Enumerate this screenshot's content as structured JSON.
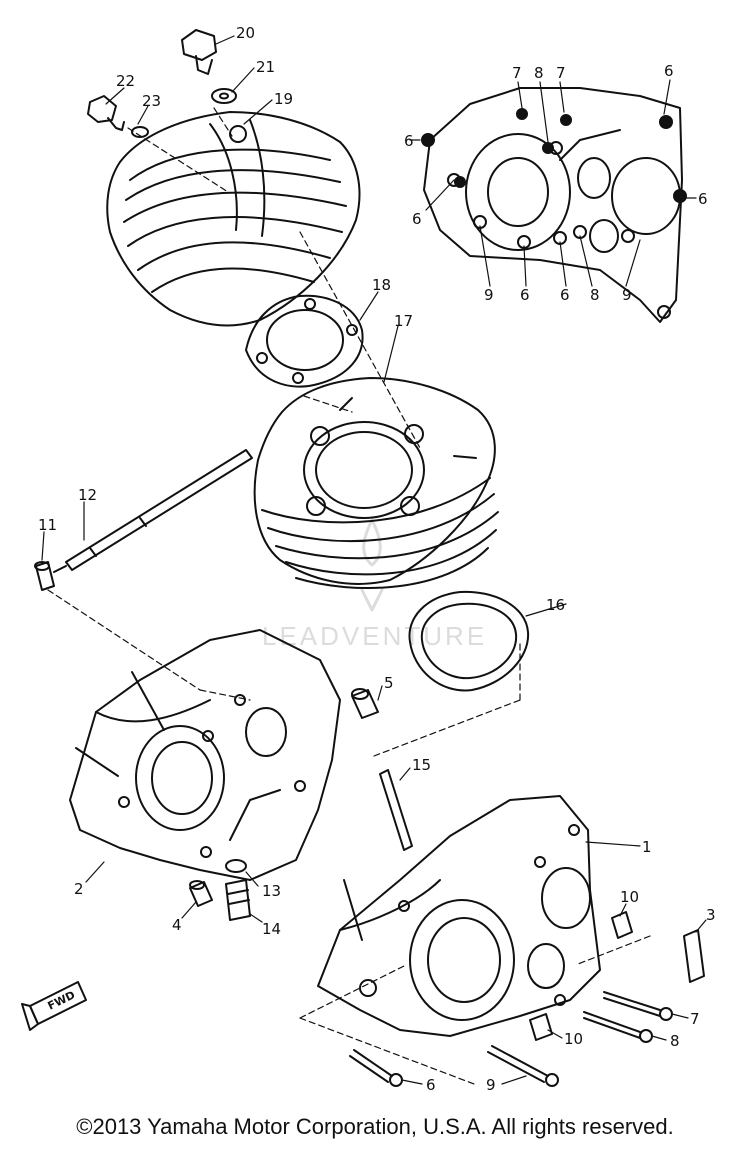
{
  "callouts": {
    "c1": "1",
    "c2": "2",
    "c3": "3",
    "c4": "4",
    "c5": "5",
    "c6a": "6",
    "c6b": "6",
    "c6c": "6",
    "c6d": "6",
    "c6e": "6",
    "c6f": "6",
    "c6g": "6",
    "c7a": "7",
    "c7b": "7",
    "c7c": "7",
    "c8a": "8",
    "c8b": "8",
    "c8c": "8",
    "c9a": "9",
    "c9b": "9",
    "c9c": "9",
    "c10a": "10",
    "c10b": "10",
    "c11": "11",
    "c12": "12",
    "c13": "13",
    "c14": "14",
    "c15": "15",
    "c16": "16",
    "c17": "17",
    "c18": "18",
    "c19": "19",
    "c20": "20",
    "c21": "21",
    "c22": "22",
    "c23": "23"
  },
  "fwd_label": "FWD",
  "watermark": "LEADVENTURE",
  "copyright": "©2013 Yamaha Motor Corporation, U.S.A. All rights reserved.",
  "colors": {
    "ink": "#111111",
    "watermark": "#dcdcdc",
    "background": "#ffffff"
  }
}
